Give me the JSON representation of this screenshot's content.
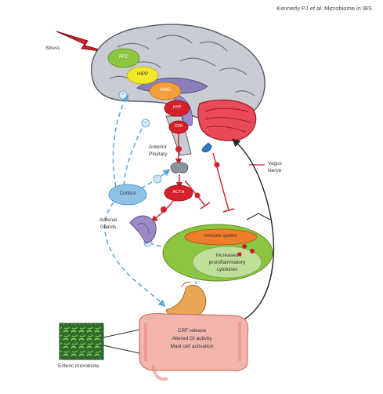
{
  "header": {
    "authors": "Kennedy PJ",
    "etal": "et al.",
    "source": "Microbiome in IBS"
  },
  "labels": {
    "stress": "Stress",
    "pfc": "PFC",
    "hipp": "HIPP",
    "amg": "AMG",
    "hyp": "HYP",
    "crh": "CRH",
    "anterior_pituitary": [
      "Anterior",
      "Pituitary"
    ],
    "acth": "ACTH",
    "cortisol": "Cortisol",
    "adrenal_glands": [
      "Adrenal",
      "Glands"
    ],
    "vagus_nerve": [
      "Vagus",
      "Nerve"
    ],
    "immune_system": "Immune system",
    "cytokines": [
      "Increased",
      "proinflammatory",
      "cytokines"
    ],
    "gut_effects": [
      "CRF release",
      "Altered GI activity",
      "Mast cell activation"
    ],
    "enteric_microbiota": "Enteric microbiota",
    "minus_sign": "-"
  },
  "colors": {
    "brain_fill": "#c9ccd3",
    "brain_stroke": "#555a66",
    "pfc": "#8cc63f",
    "hipp": "#f5e82a",
    "amg": "#f3a03c",
    "red_node": "#d7212a",
    "cerebellum": "#e84a5a",
    "cortisol": "#8ec3e6",
    "immune_green": "#8cc63f",
    "immune_orange": "#f07d2a",
    "colon": "#f3b4ae",
    "stomach": "#e9a556",
    "blue_dashed": "#5aa5d8",
    "red_line": "#c8202a",
    "dark_line": "#2b2b2b"
  }
}
